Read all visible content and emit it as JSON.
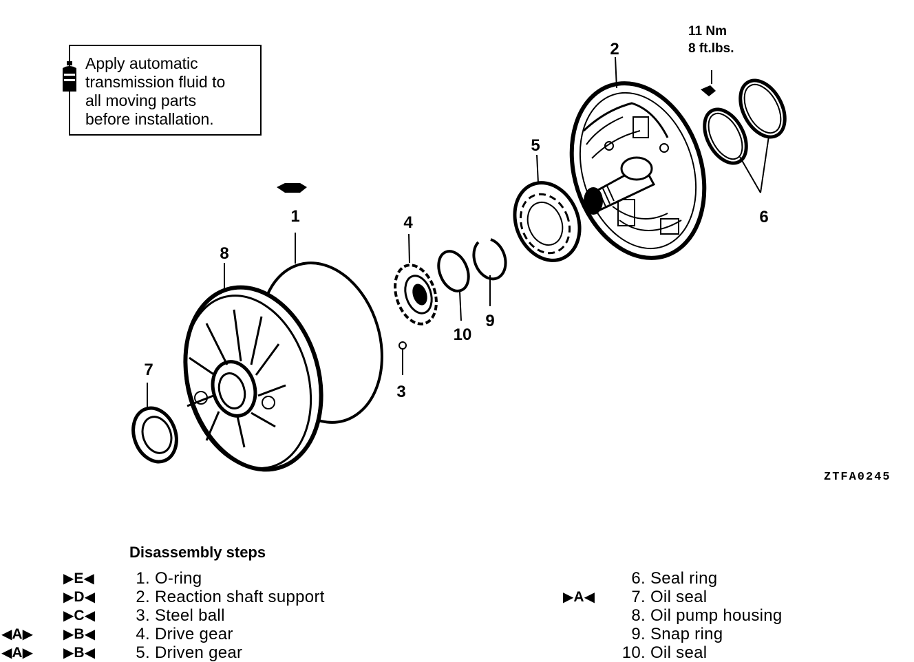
{
  "note": {
    "lines": [
      "Apply automatic",
      "transmission fluid to",
      "all moving parts",
      "before installation."
    ]
  },
  "torque": {
    "line1": "11 Nm",
    "line2": "8 ft.lbs."
  },
  "callouts": {
    "c1": "1",
    "c2": "2",
    "c3": "3",
    "c4": "4",
    "c5": "5",
    "c6": "6",
    "c7": "7",
    "c8": "8",
    "c9": "9",
    "c10": "10"
  },
  "figure_code": "ZTFA0245",
  "steps": {
    "title": "Disassembly steps",
    "left": [
      {
        "n": "1.",
        "label": "O-ring",
        "mark": "E"
      },
      {
        "n": "2.",
        "label": "Reaction shaft support",
        "mark": "D"
      },
      {
        "n": "3.",
        "label": "Steel ball",
        "mark": "C"
      },
      {
        "n": "4.",
        "label": "Drive gear",
        "mark": "B",
        "pre_mark": "A"
      },
      {
        "n": "5.",
        "label": "Driven gear",
        "mark": "B",
        "pre_mark": "A"
      }
    ],
    "right": [
      {
        "n": "6.",
        "label": "Seal ring"
      },
      {
        "n": "7.",
        "label": "Oil seal",
        "mark": "A"
      },
      {
        "n": "8.",
        "label": "Oil pump housing"
      },
      {
        "n": "9.",
        "label": "Snap ring"
      },
      {
        "n": "10.",
        "label": "Oil seal"
      }
    ]
  }
}
